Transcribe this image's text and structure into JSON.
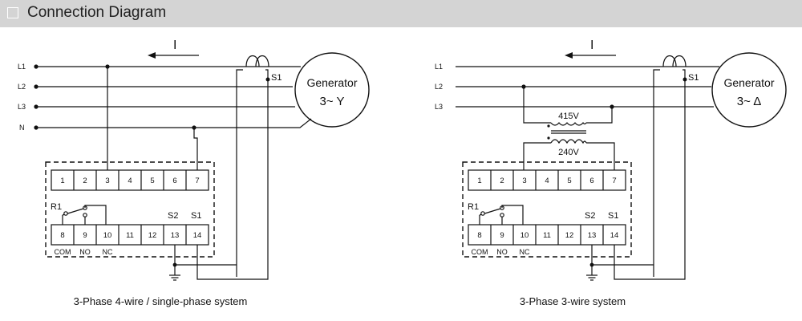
{
  "header": {
    "title": "Connection Diagram"
  },
  "diagrams": [
    {
      "caption": "3-Phase 4-wire / single-phase system",
      "lines": [
        "L1",
        "L2",
        "L3",
        "N"
      ],
      "current_label": "I",
      "ct_label": "S1",
      "generator": {
        "name": "Generator",
        "type": "3~ Y"
      },
      "terminals_top": [
        "1",
        "2",
        "3",
        "4",
        "5",
        "6",
        "7"
      ],
      "terminals_bottom": [
        "8",
        "9",
        "10",
        "11",
        "12",
        "13",
        "14"
      ],
      "relay_label": "R1",
      "s2_label": "S2",
      "s1_label": "S1",
      "contact_labels": [
        "COM",
        "NO",
        "NC"
      ]
    },
    {
      "caption": "3-Phase 3-wire system",
      "lines": [
        "L1",
        "L2",
        "L3"
      ],
      "current_label": "I",
      "ct_label": "S1",
      "generator": {
        "name": "Generator",
        "type": "3~ Δ"
      },
      "transformer": {
        "primary": "415V",
        "secondary": "240V"
      },
      "terminals_top": [
        "1",
        "2",
        "3",
        "4",
        "5",
        "6",
        "7"
      ],
      "terminals_bottom": [
        "8",
        "9",
        "10",
        "11",
        "12",
        "13",
        "14"
      ],
      "relay_label": "R1",
      "s2_label": "S2",
      "s1_label": "S1",
      "contact_labels": [
        "COM",
        "NO",
        "NC"
      ]
    }
  ]
}
